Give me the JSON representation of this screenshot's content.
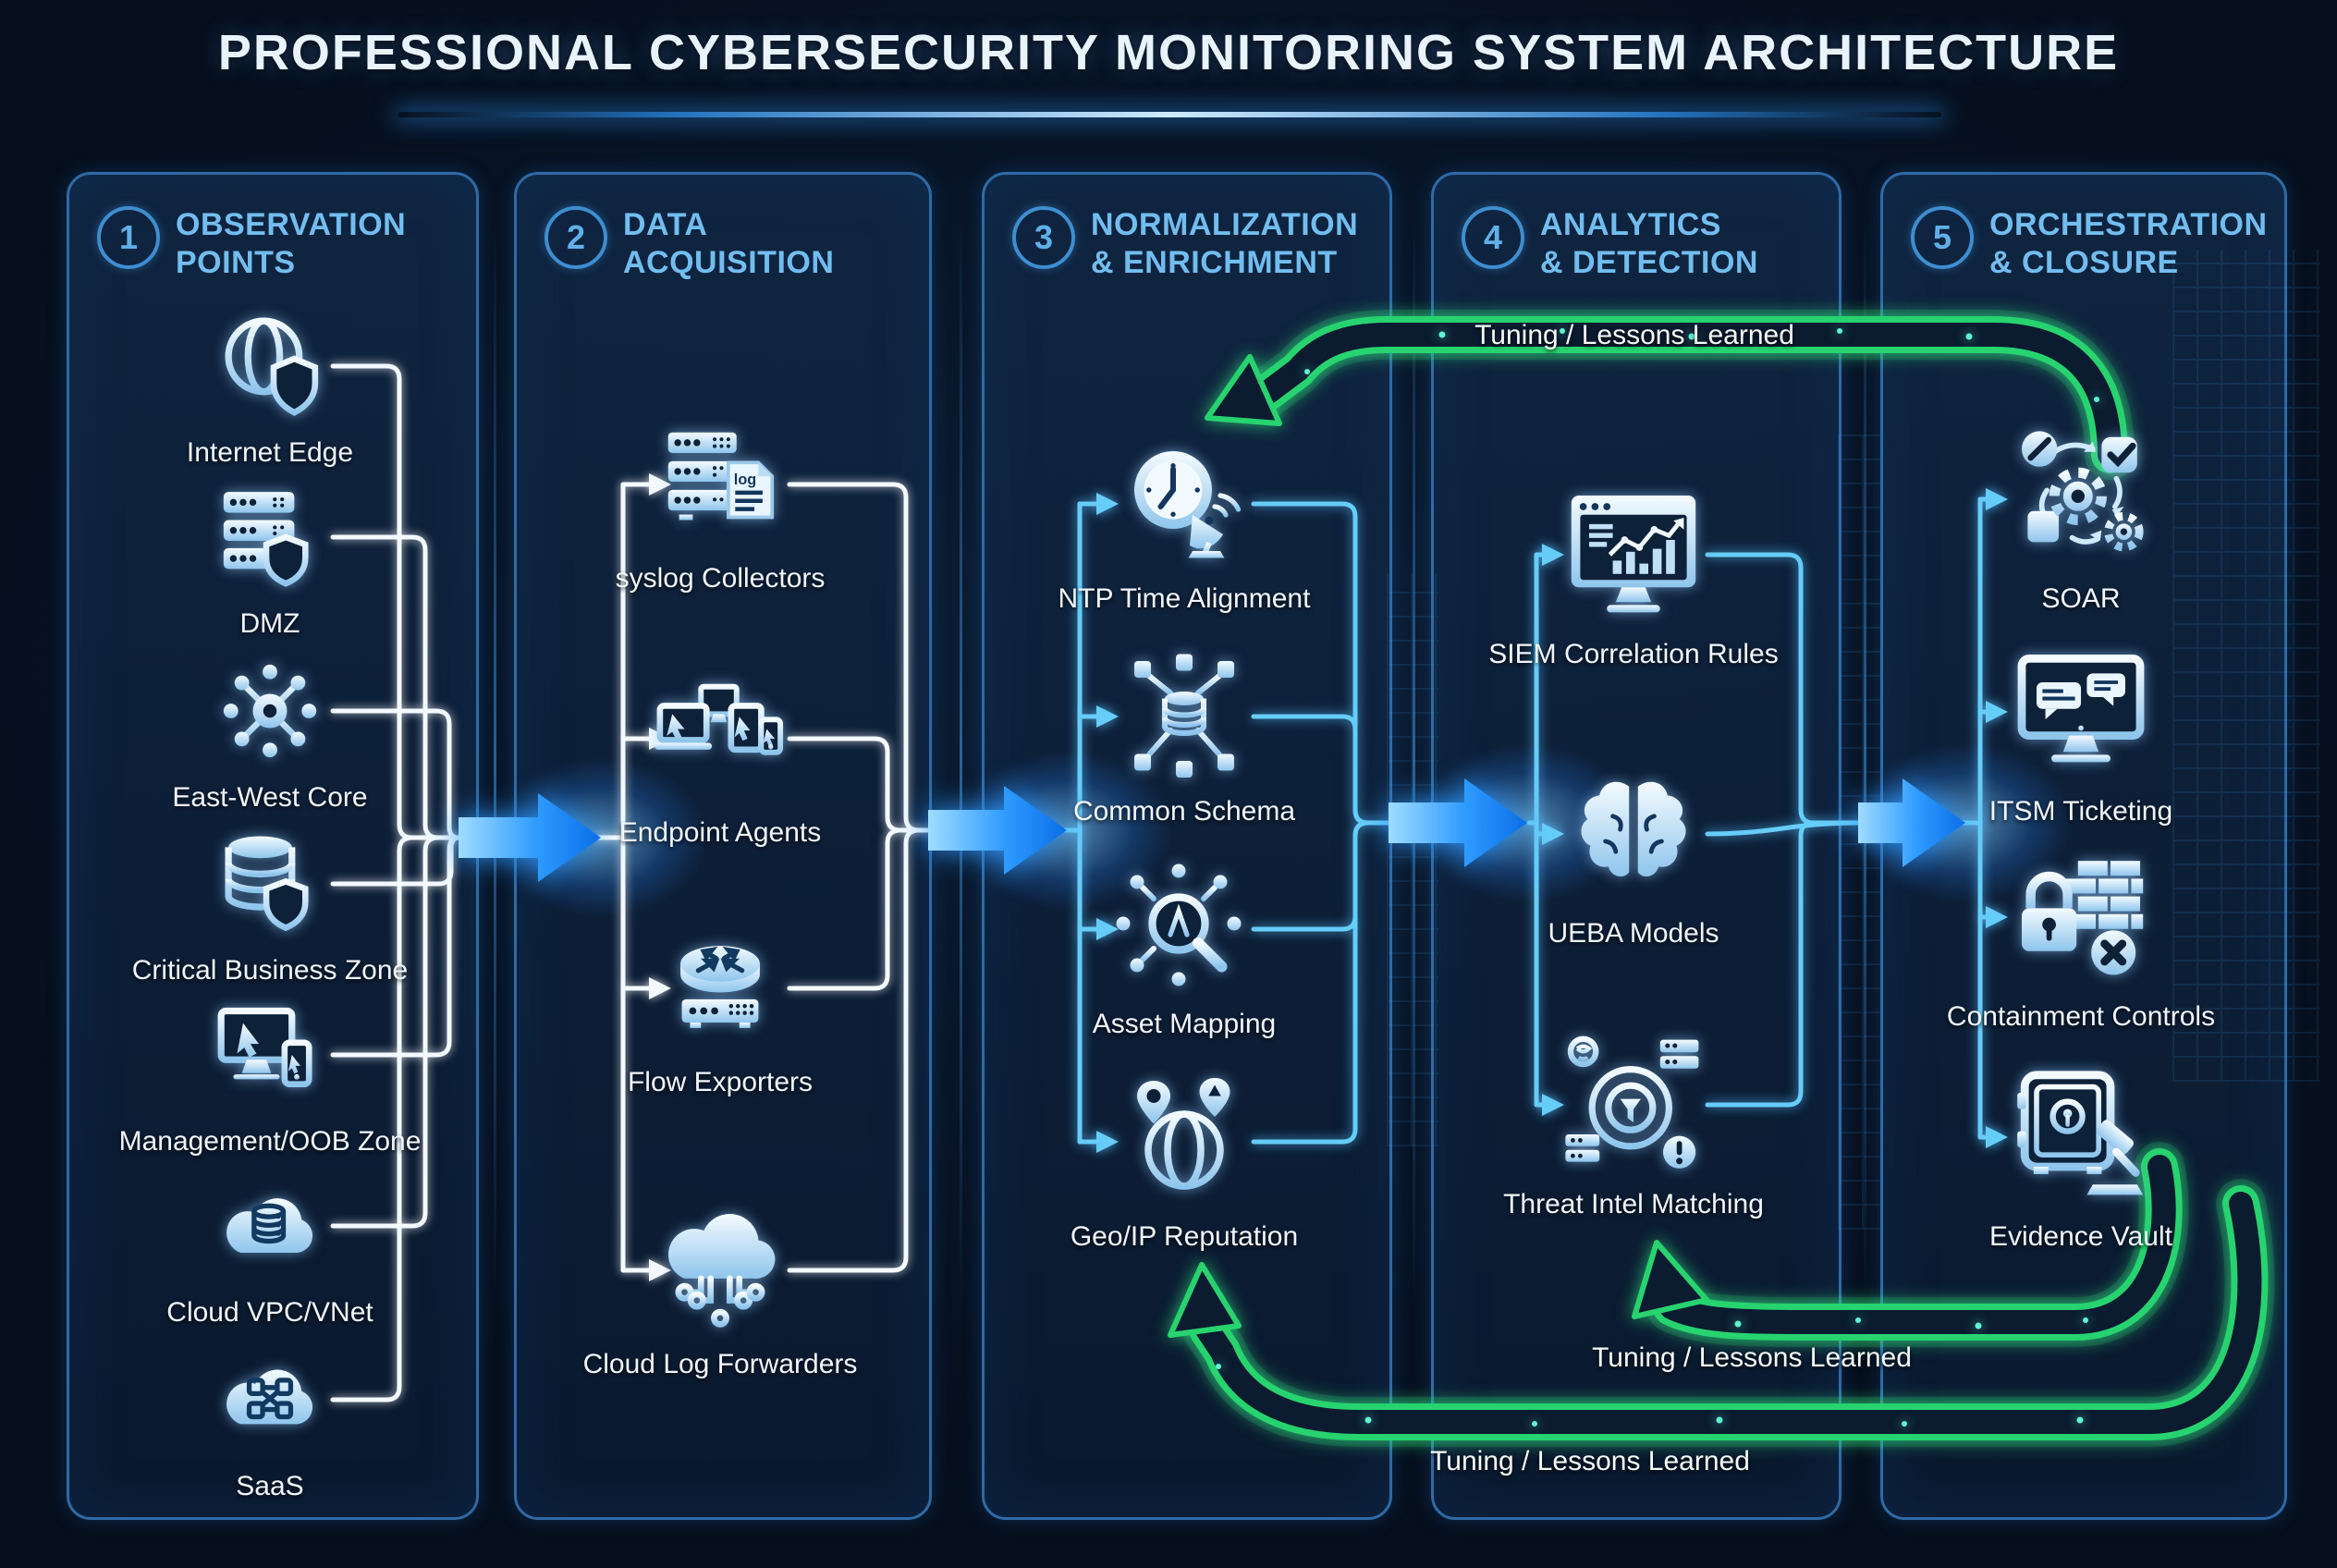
{
  "title": "PROFESSIONAL CYBERSECURITY MONITORING SYSTEM ARCHITECTURE",
  "columns": [
    {
      "number": "1",
      "title_line1": "OBSERVATION",
      "title_line2": "POINTS",
      "items": [
        {
          "label": "Internet Edge",
          "icon": "globe-shield-icon"
        },
        {
          "label": "DMZ",
          "icon": "server-shield-icon"
        },
        {
          "label": "East-West Core",
          "icon": "hub-network-icon"
        },
        {
          "label": "Critical Business Zone",
          "icon": "database-shield-icon"
        },
        {
          "label": "Management/OOB Zone",
          "icon": "monitor-mobile-icon"
        },
        {
          "label": "Cloud VPC/VNet",
          "icon": "cloud-database-icon"
        },
        {
          "label": "SaaS",
          "icon": "cloud-network-icon"
        }
      ]
    },
    {
      "number": "2",
      "title_line1": "DATA",
      "title_line2": "ACQUISITION",
      "items": [
        {
          "label": "syslog Collectors",
          "icon": "server-log-icon"
        },
        {
          "label": "Endpoint Agents",
          "icon": "endpoint-devices-icon"
        },
        {
          "label": "Flow Exporters",
          "icon": "router-flow-icon"
        },
        {
          "label": "Cloud Log Forwarders",
          "icon": "cloud-circuit-icon"
        }
      ]
    },
    {
      "number": "3",
      "title_line1": "NORMALIZATION",
      "title_line2": "& ENRICHMENT",
      "items": [
        {
          "label": "NTP Time Alignment",
          "icon": "clock-dish-icon"
        },
        {
          "label": "Common Schema",
          "icon": "schema-database-icon"
        },
        {
          "label": "Asset Mapping",
          "icon": "asset-magnifier-icon"
        },
        {
          "label": "Geo/IP Reputation",
          "icon": "globe-pins-icon"
        }
      ]
    },
    {
      "number": "4",
      "title_line1": "ANALYTICS",
      "title_line2": "& DETECTION",
      "items": [
        {
          "label": "SIEM Correlation Rules",
          "icon": "siem-chart-icon"
        },
        {
          "label": "UEBA Models",
          "icon": "brain-icon"
        },
        {
          "label": "Threat Intel Matching",
          "icon": "threat-target-icon"
        }
      ]
    },
    {
      "number": "5",
      "title_line1": "ORCHESTRATION",
      "title_line2": "& CLOSURE",
      "items": [
        {
          "label": "SOAR",
          "icon": "soar-workflow-icon"
        },
        {
          "label": "ITSM Ticketing",
          "icon": "itsm-chat-icon"
        },
        {
          "label": "Containment Controls",
          "icon": "lock-wall-x-icon"
        },
        {
          "label": "Evidence Vault",
          "icon": "vault-gavel-icon"
        }
      ]
    }
  ],
  "feedback": {
    "top": "Tuning / Lessons Learned",
    "middle": "Tuning / Lessons Learned",
    "bottom": "Tuning / Lessons Learned"
  },
  "icons": {
    "log_text": "log"
  },
  "colors": {
    "accent_blue": "#2f9bff",
    "line_white": "#f3f8ff",
    "line_cyan": "#62c9f8",
    "green": "#27d36f",
    "panel_border": "#2e6aa6"
  }
}
